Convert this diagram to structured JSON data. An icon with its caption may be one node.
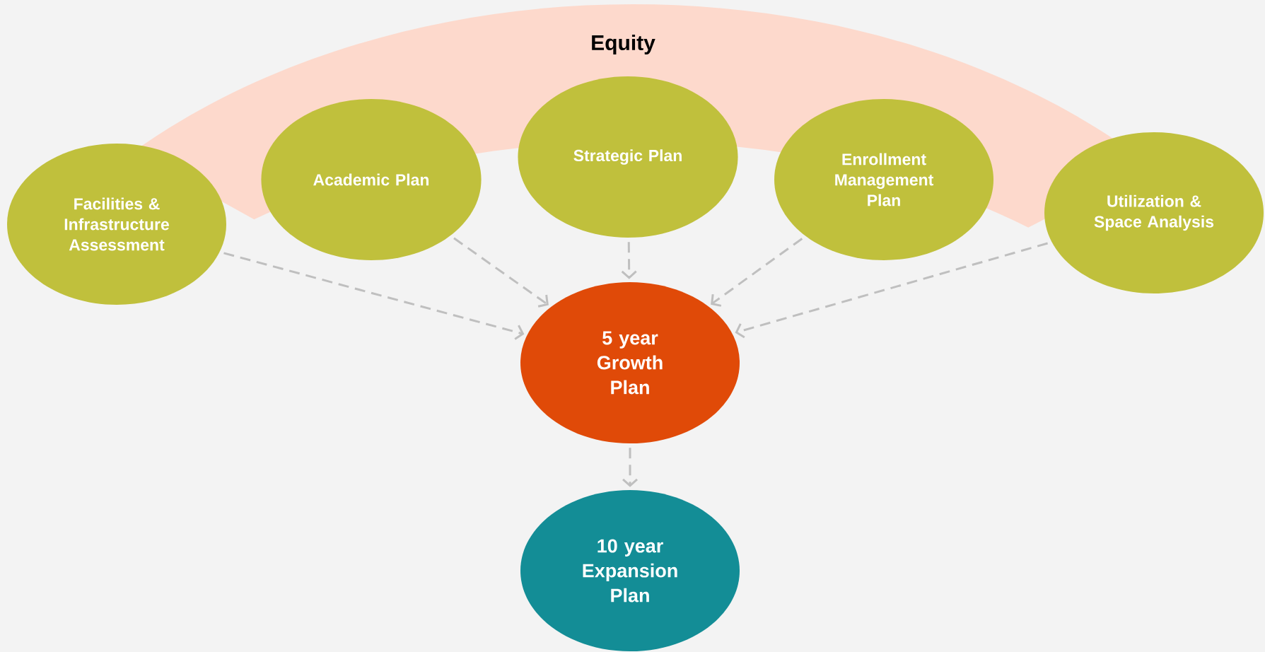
{
  "diagram": {
    "nodes": [
      {
        "text": [
          "Equity"
        ]
      },
      {
        "text": [
          "Facilities & Infrastructure Assessment"
        ]
      },
      {
        "text": [
          "Academic Plan"
        ]
      },
      {
        "text": [
          "Strategic Plan"
        ]
      },
      {
        "text": [
          "Enrollment Management Plan"
        ]
      },
      {
        "text": [
          "Utilization & Space Analysis"
        ]
      },
      {
        "text": [
          "5 year Growth Plan"
        ]
      },
      {
        "text": [
          "10 year Expansion Plan"
        ]
      }
    ],
    "edges": [
      {
        "from": 1,
        "to": 6,
        "arrow": "to",
        "style": "dashed"
      },
      {
        "from": 2,
        "to": 6,
        "arrow": "to",
        "style": "dashed"
      },
      {
        "from": 3,
        "to": 6,
        "arrow": "to",
        "style": "dashed"
      },
      {
        "from": 4,
        "to": 6,
        "arrow": "to",
        "style": "dashed"
      },
      {
        "from": 5,
        "to": 6,
        "arrow": "to",
        "style": "dashed"
      },
      {
        "from": 6,
        "to": 7,
        "arrow": "to",
        "style": "dashed"
      }
    ]
  }
}
